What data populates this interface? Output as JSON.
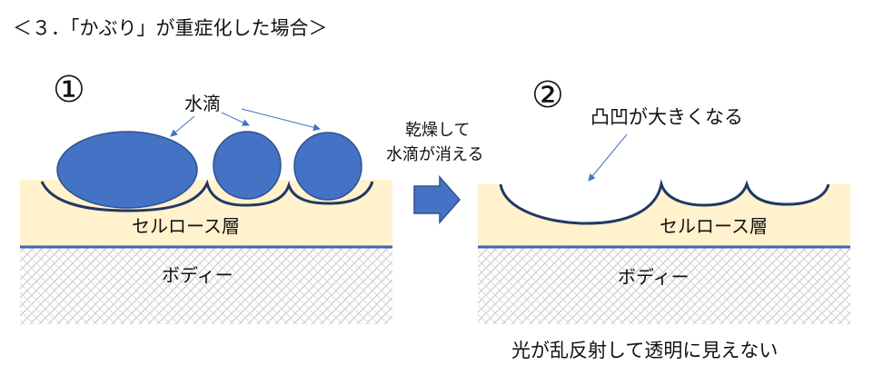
{
  "title": "＜３．「かぶり」が重症化した場合＞",
  "panel1": {
    "number": "①",
    "droplet_label": "水滴",
    "layer_label": "セルロース層",
    "body_label": "ボディー"
  },
  "transition": {
    "line1": "乾燥して",
    "line2": "水滴が消える"
  },
  "panel2": {
    "number": "②",
    "bump_label": "凸凹が大きくなる",
    "layer_label": "セルロース層",
    "body_label": "ボディー"
  },
  "caption": "光が乱反射して透明に見えない",
  "colors": {
    "droplet": "#4472c4",
    "droplet_edge": "#2f528f",
    "cellulose": "#fff2cc",
    "outline": "#203864",
    "body_line": "#3b64b4",
    "hatch": "#bdbdbd",
    "arrow": "#4472c4"
  }
}
